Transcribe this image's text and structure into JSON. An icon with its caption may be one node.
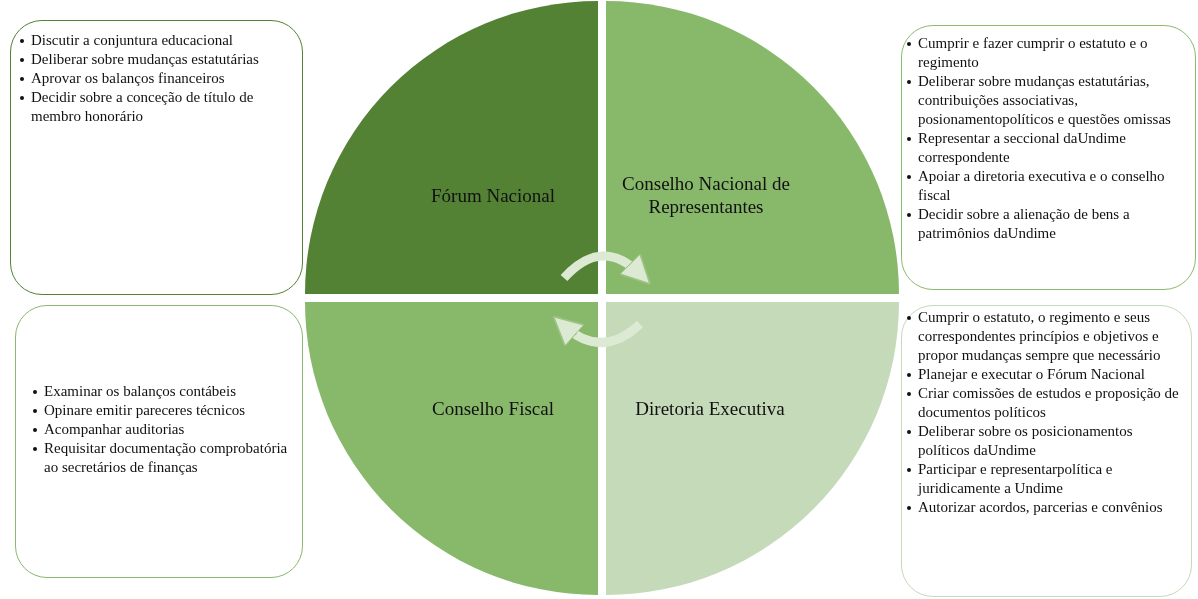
{
  "diagram": {
    "nodes": [
      {
        "text": [
          "Discutir a conjuntura educacional",
          "Deliberar sobre mudanças estatutárias",
          "Aprovar os balanços financeiros",
          "Decidir sobre a conceção de título de membro honorário"
        ]
      },
      {
        "text": [
          "Fórum Nacional"
        ]
      },
      {
        "text": [
          "Conselho Nacional de Representantes"
        ]
      },
      {
        "text": [
          "Cumprir e fazer cumprir o estatuto e o regimento",
          "Deliberar sobre mudanças estatutárias, contribuições associativas, posionamentopolíticos e questões omissas",
          "Representar a seccional daUndime correspondente",
          "Apoiar a diretoria executiva e o conselho fiscal",
          "Decidir sobre a alienação de bens a patrimônios daUndime"
        ]
      },
      {
        "text": [
          "Examinar os balanços contábeis",
          "Opinare emitir pareceres técnicos",
          "Acompanhar auditorias",
          "Requisitar documentação comprobatória ao secretários de finanças"
        ]
      },
      {
        "text": [
          "Conselho Fiscal"
        ]
      },
      {
        "text": [
          "Diretoria Executiva"
        ]
      },
      {
        "text": [
          "Cumprir o estatuto, o regimento e seus correspondentes princípios e objetivos e propor mudanças sempre que necessário",
          "Planejar e executar o Fórum Nacional",
          "Criar comissões de estudos e proposição de documentos políticos",
          "Deliberar sobre os posicionamentos políticos daUndime",
          "Participar e representarpolítica e juridicamente a  Undime",
          "Autorizar acordos, parcerias e convênios"
        ]
      }
    ],
    "edges": [
      {
        "from": 1,
        "to": 2,
        "arrow": "to"
      },
      {
        "from": 6,
        "to": 5,
        "arrow": "to"
      }
    ]
  }
}
